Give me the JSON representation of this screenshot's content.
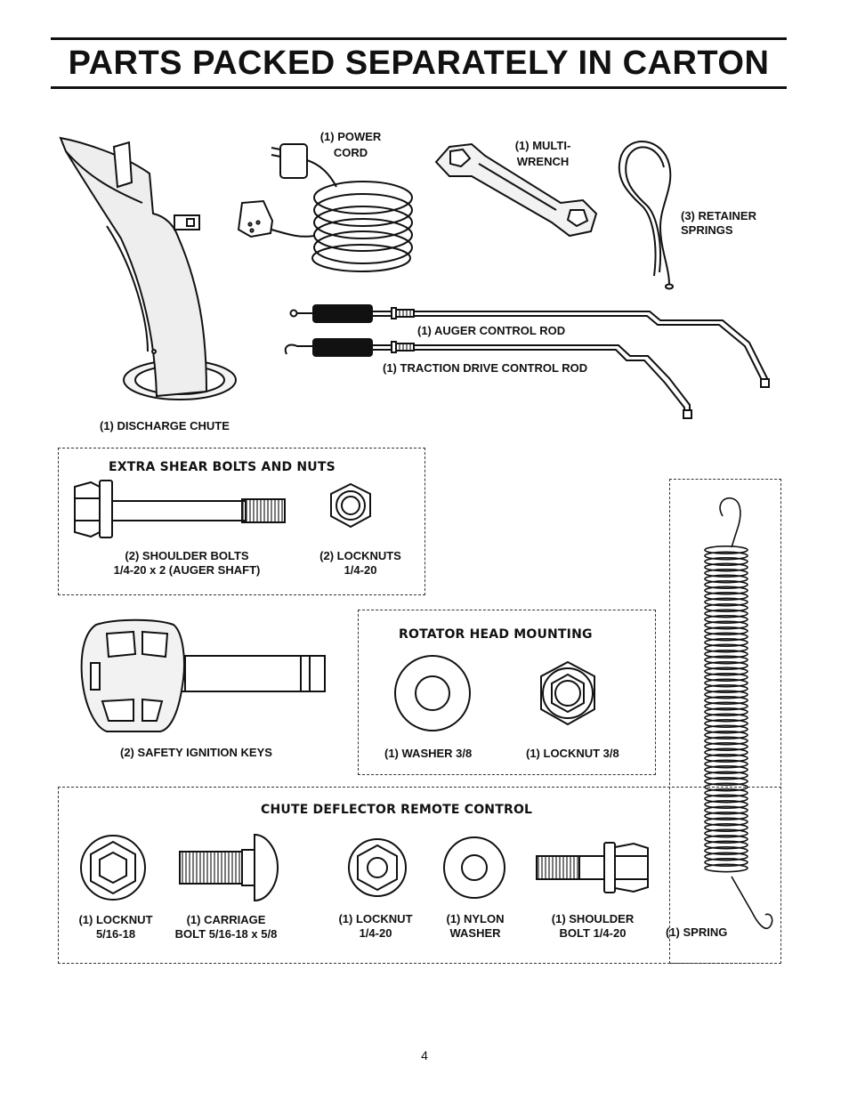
{
  "title": "PARTS PACKED SEPARATELY IN CARTON",
  "labels": {
    "power_cord": [
      "(1) POWER",
      "CORD"
    ],
    "multi_wrench": [
      "(1) MULTI-",
      "WRENCH"
    ],
    "retainer_springs": [
      "(3) RETAINER",
      "SPRINGS"
    ],
    "auger_control_rod": "(1) AUGER CONTROL ROD",
    "traction_drive_control_rod": "(1) TRACTION DRIVE CONTROL ROD",
    "discharge_chute": "(1) DISCHARGE CHUTE",
    "shoulder_bolts": [
      "(2) SHOULDER BOLTS",
      "1/4-20 x 2 (AUGER SHAFT)"
    ],
    "locknuts_2": [
      "(2) LOCKNUTS",
      "1/4-20"
    ],
    "safety_ignition_keys": "(2) SAFETY IGNITION KEYS",
    "washer_38": "(1) WASHER  3/8",
    "locknut_38": "(1) LOCKNUT  3/8",
    "locknut_516": [
      "(1) LOCKNUT",
      "5/16-18"
    ],
    "carriage_bolt": [
      "(1) CARRIAGE",
      "BOLT  5/16-18 x 5/8"
    ],
    "locknut_14": [
      "(1) LOCKNUT",
      "1/4-20"
    ],
    "nylon_washer": [
      "(1) NYLON",
      "WASHER"
    ],
    "shoulder_bolt_14": [
      "(1) SHOULDER",
      "BOLT  1/4-20"
    ],
    "spring": "(1) SPRING"
  },
  "sections": {
    "extra_shear": "EXTRA SHEAR BOLTS AND NUTS",
    "rotator_head": "ROTATOR HEAD MOUNTING",
    "chute_deflector": "CHUTE DEFLECTOR REMOTE CONTROL"
  },
  "page_number": "4",
  "icons": [
    "discharge-chute-icon",
    "power-cord-icon",
    "multi-wrench-icon",
    "retainer-spring-icon",
    "control-rod-icon",
    "shoulder-bolt-icon",
    "locknut-icon",
    "ignition-key-icon",
    "washer-icon",
    "carriage-bolt-icon",
    "extension-spring-icon"
  ]
}
